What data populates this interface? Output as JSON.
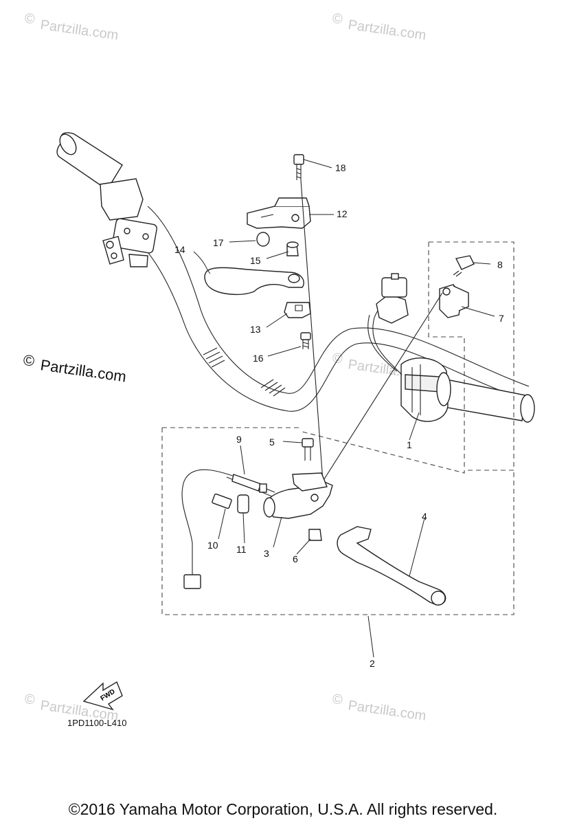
{
  "watermark": {
    "brand": "Partzilla.com",
    "copyright_symbol": "©"
  },
  "callouts": [
    "1",
    "2",
    "3",
    "4",
    "5",
    "6",
    "7",
    "8",
    "9",
    "10",
    "11",
    "12",
    "13",
    "14",
    "15",
    "16",
    "17",
    "18"
  ],
  "diagram_ref": "1PD1100-L410",
  "fwd_label": "FWD",
  "copyright": "©2016 Yamaha Motor Corporation, U.S.A. All rights reserved."
}
